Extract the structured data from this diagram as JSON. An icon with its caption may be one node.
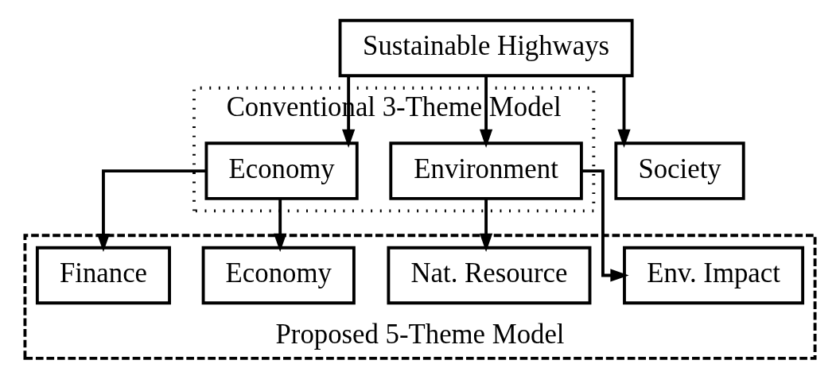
{
  "diagram": {
    "nodes": [
      {
        "text": [
          "Sustainable Highways"
        ]
      },
      {
        "text": [
          "Conventional 3-Theme Model"
        ]
      },
      {
        "text": [
          "Proposed 5-Theme Model"
        ]
      },
      {
        "text": [
          "Environment"
        ],
        "in": 1
      },
      {
        "text": [
          "Economy"
        ],
        "in": 1
      },
      {
        "text": [
          "Society"
        ]
      },
      {
        "text": [
          "Env. Impact"
        ],
        "in": 2
      },
      {
        "text": [
          "Nat. Resource"
        ],
        "in": 2
      },
      {
        "text": [
          "Economy"
        ],
        "in": 2
      },
      {
        "text": [
          "Finance"
        ],
        "in": 2
      }
    ],
    "edges": [
      {
        "from": 0,
        "to": 3,
        "arrow": "to"
      },
      {
        "from": 0,
        "to": 4,
        "arrow": "to"
      },
      {
        "from": 0,
        "to": 5,
        "arrow": "to"
      },
      {
        "from": 3,
        "to": 6,
        "arrow": "to"
      },
      {
        "from": 3,
        "to": 7,
        "arrow": "to"
      },
      {
        "from": 4,
        "to": 8,
        "arrow": "to"
      },
      {
        "from": 4,
        "to": 9,
        "arrow": "to"
      }
    ]
  }
}
